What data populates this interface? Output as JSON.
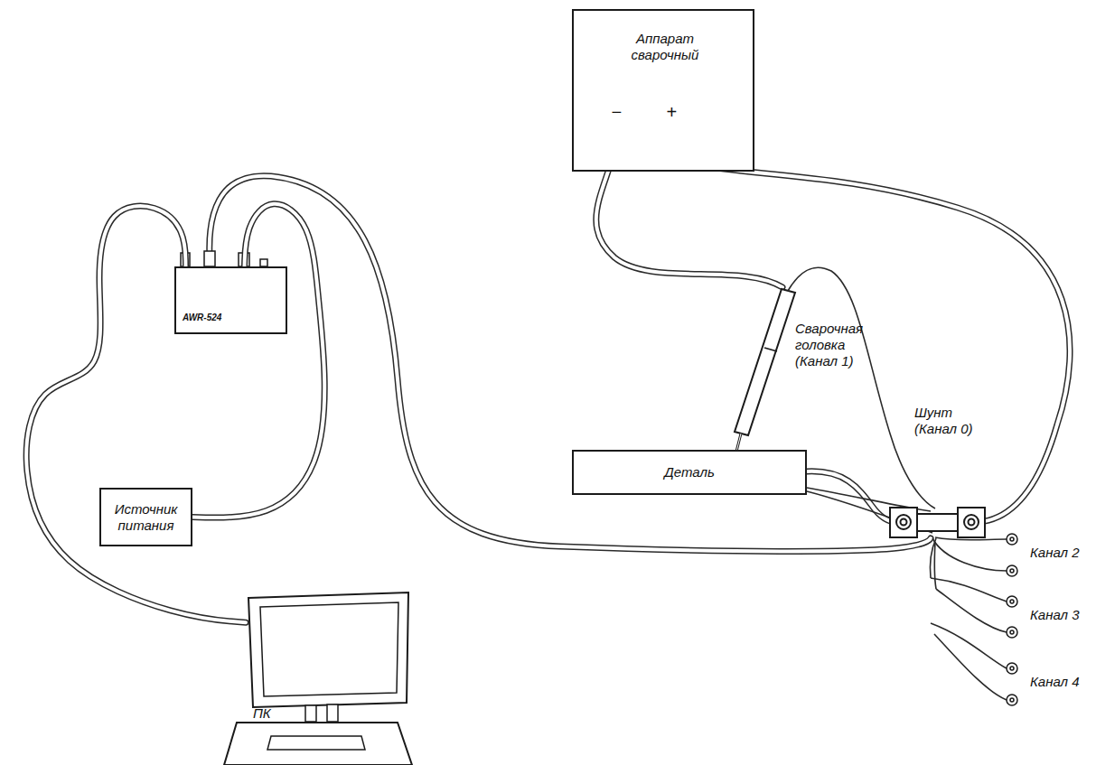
{
  "diagram": {
    "nodes": [
      {
        "text": [
          "Аппарат сварочный",
          "−",
          "+"
        ]
      },
      {
        "text": [
          "AWR-524"
        ]
      },
      {
        "text": [
          "Деталь"
        ]
      },
      {
        "text": [
          "Источник питания"
        ]
      },
      {
        "text": [
          "ПК"
        ]
      }
    ],
    "edges": [
      {
        "from": 3,
        "to": 1,
        "arrow": "none"
      },
      {
        "from": 4,
        "to": 1,
        "arrow": "none"
      }
    ],
    "labels": [
      "Сварочная головка (Канал 1)",
      "Шунт (Канал 0)",
      "Канал 2",
      "Канал 3",
      "Канал 4"
    ]
  }
}
